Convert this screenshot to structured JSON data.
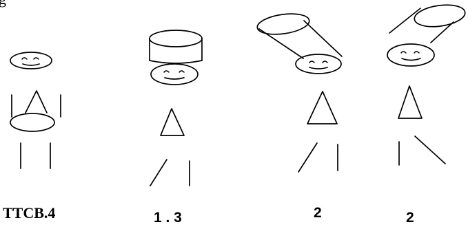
{
  "header": {
    "top_fragment": "g"
  },
  "figures": [
    {
      "caption": "TTCB.4",
      "label_style": "serif"
    },
    {
      "caption": "1 . 3",
      "label_style": "sans"
    },
    {
      "caption": "2",
      "label_style": "sans"
    },
    {
      "caption": "2",
      "label_style": "sans"
    }
  ],
  "colors": {
    "stroke": "#000000",
    "background": "#ffffff"
  }
}
